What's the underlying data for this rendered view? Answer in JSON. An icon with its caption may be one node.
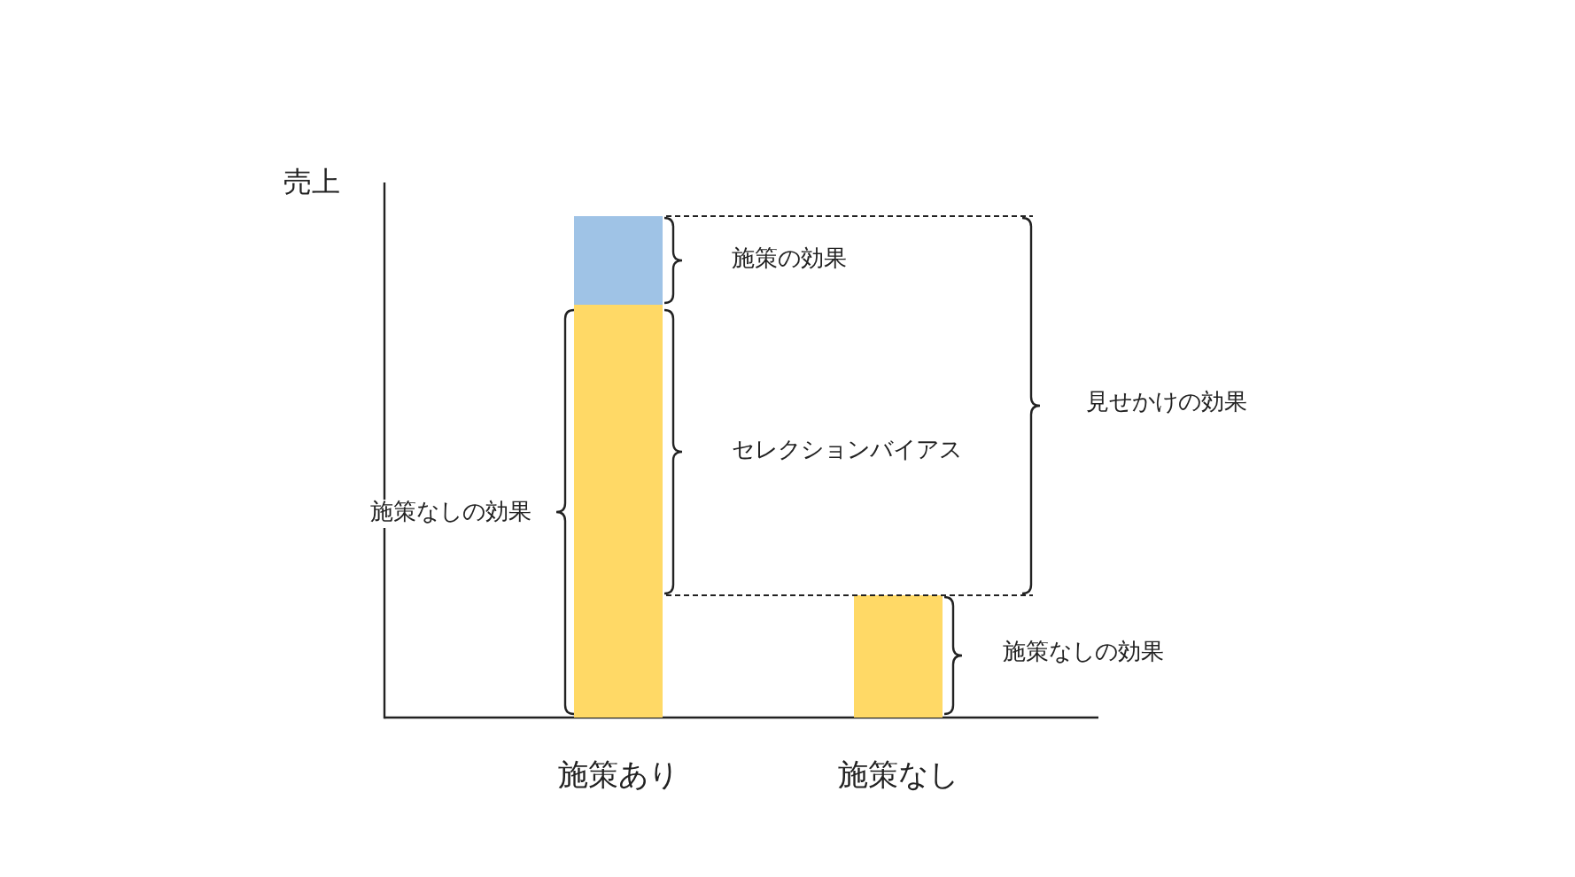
{
  "diagram": {
    "nodes": [
      {
        "text": [],
        "shape": "bar"
      },
      {
        "text": [],
        "shape": "bar"
      },
      {
        "text": [],
        "shape": "bar"
      }
    ],
    "labels": [
      "売上",
      "施策の効果",
      "見せかけの効果",
      "セレクションバイアス",
      "施策なしの効果",
      "施策なしの効果",
      "施策あり",
      "施策なし"
    ]
  }
}
